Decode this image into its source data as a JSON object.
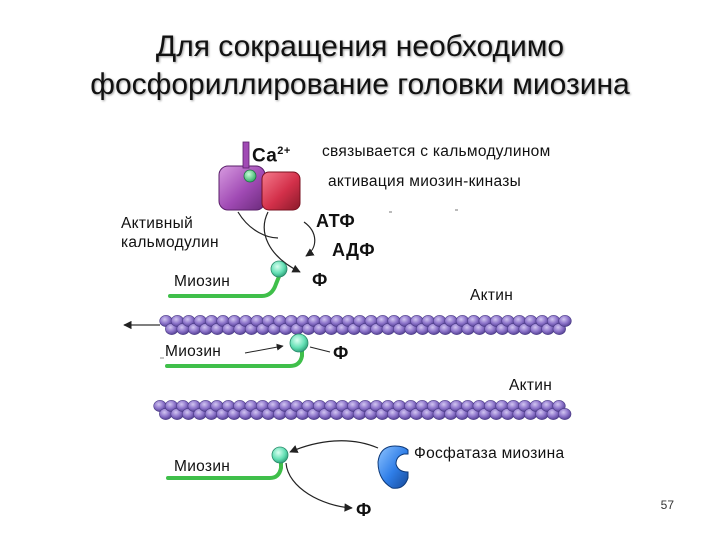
{
  "slide": {
    "title_line1": "Для сокращения необходимо",
    "title_line2": "фосфориллирование головки миозина",
    "page_number": "57"
  },
  "diagram": {
    "calcium_symbol": "Ca",
    "calcium_charge": "2+",
    "binds_calmodulin": "связывается с кальмодулином",
    "kinase_activation": "активация миозин-киназы",
    "active_calmodulin_line1": "Активный",
    "active_calmodulin_line2": "кальмодулин",
    "atp": "АТФ",
    "adp": "АДФ",
    "myosin_1": "Миозин",
    "phosphate_1": "Ф",
    "actin_1": "Актин",
    "myosin_2": "Миозин",
    "phosphate_2": "Ф",
    "actin_2": "Актин",
    "myosin_3": "Миозин",
    "phosphatase": "Фосфатаза миозина",
    "phosphate_3": "Ф"
  },
  "colors": {
    "actin_bead": "#8b72c9",
    "myosin_tail": "#3fbf4a",
    "myosin_head": "#63dfb4",
    "calmodulin": "#a04ab4",
    "kinase": "#d3304a",
    "phosphatase": "#2f7ee8"
  }
}
